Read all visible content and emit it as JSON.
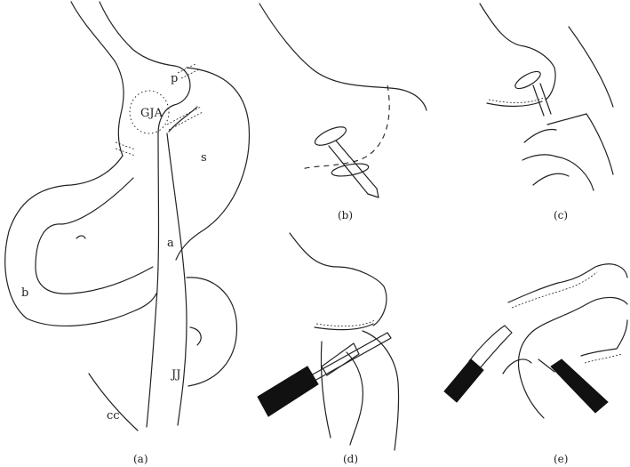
{
  "labels": {
    "pouch": "p",
    "gja": "GJA",
    "stomach": "s",
    "alimentary": "a",
    "biliary": "b",
    "jj": "JJ",
    "common": "cc"
  },
  "captions": {
    "a": "(a)",
    "b": "(b)",
    "c": "(c)",
    "d": "(d)",
    "e": "(e)"
  }
}
